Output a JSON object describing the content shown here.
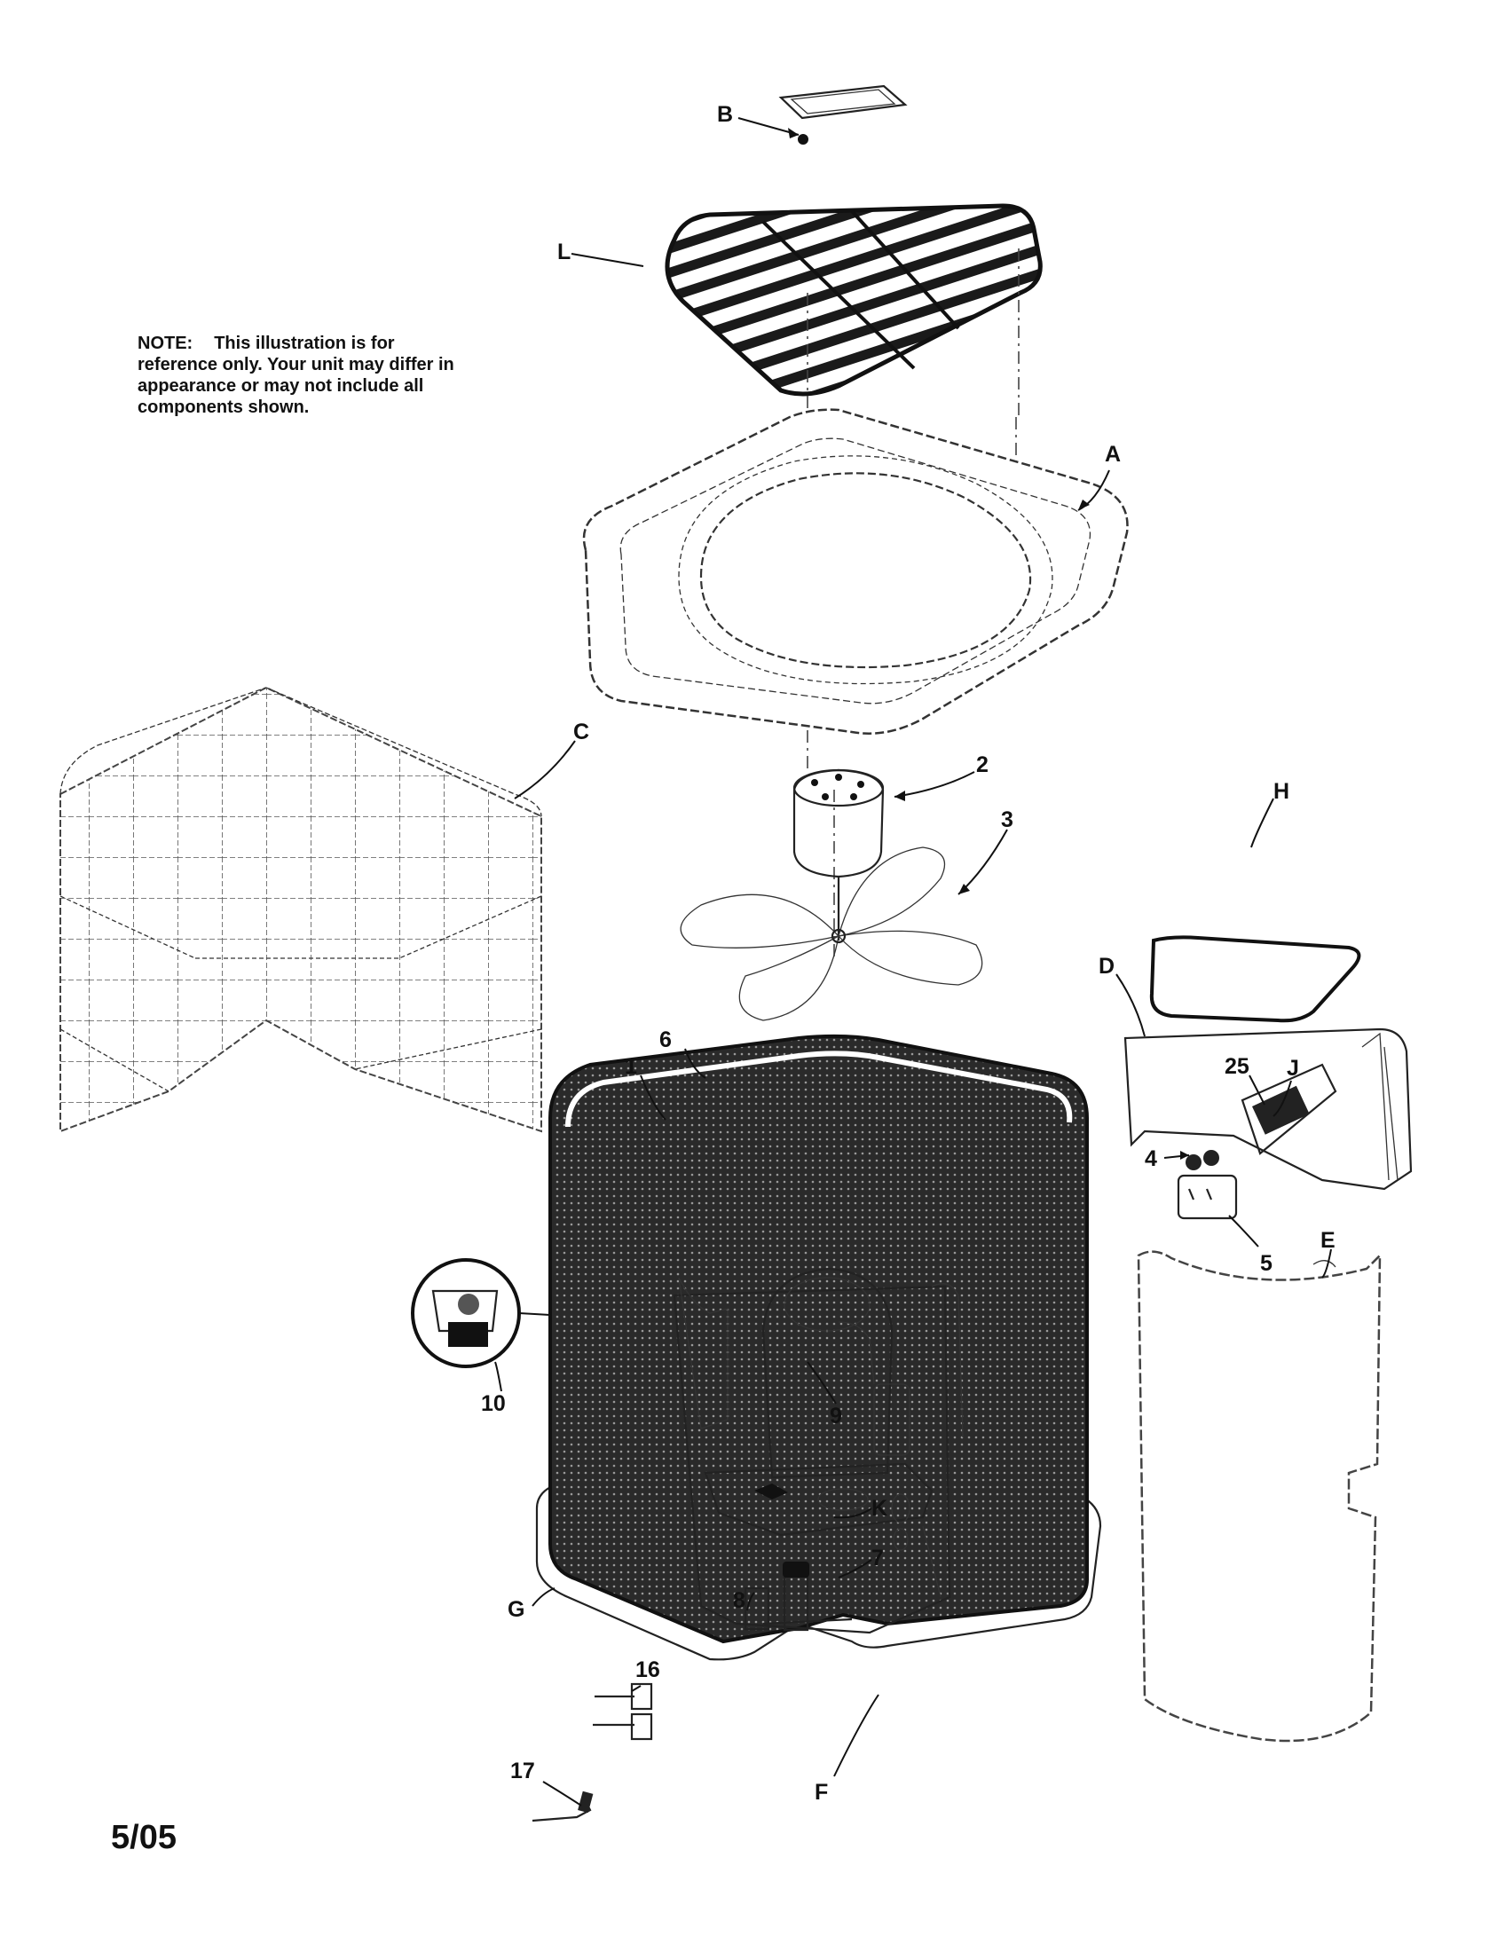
{
  "note": {
    "heading": "NOTE:",
    "text": "This illustration is for reference only.  Your unit may differ in appearance or may not include all components shown."
  },
  "date_code": "5/05",
  "callouts": {
    "B": "B",
    "L": "L",
    "A": "A",
    "C": "C",
    "two": "2",
    "three": "3",
    "H": "H",
    "D": "D",
    "six": "6",
    "one": "1",
    "twentyfive": "25",
    "J": "J",
    "four": "4",
    "five": "5",
    "E": "E",
    "ten": "10",
    "nine": "9",
    "K": "K",
    "eight": "8",
    "seven": "7",
    "G": "G",
    "F": "F",
    "sixteen": "16",
    "seventeen": "17"
  }
}
